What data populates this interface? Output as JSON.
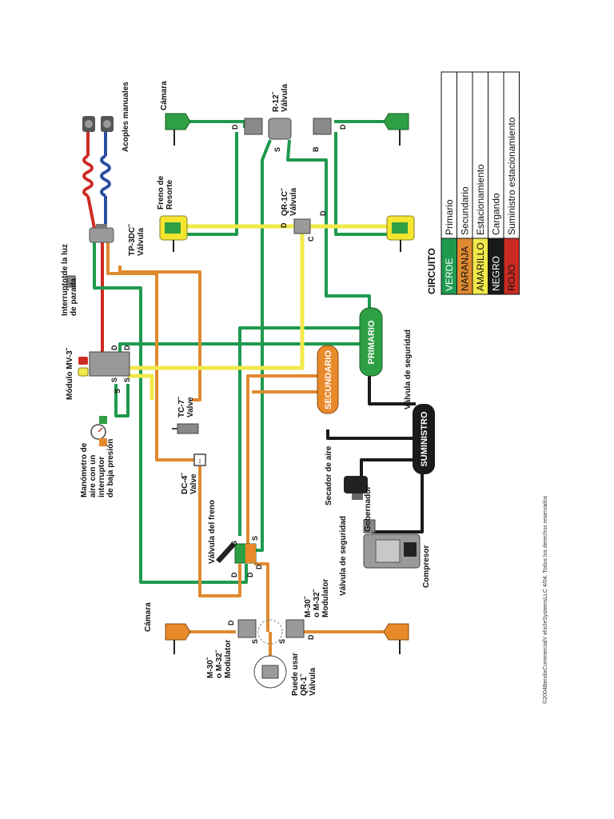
{
  "colors": {
    "primary": "#1e9a4e",
    "secondary": "#e08a30",
    "parking": "#f2e94a",
    "charging": "#1a1a1a",
    "supply": "#cc2b22",
    "chamber_green": "#2ea043",
    "chamber_orange": "#e8892a",
    "chamber_yellow": "#f4e531"
  },
  "labels": {
    "acoples": "Acoples manuales",
    "camara_top": "Cámara",
    "r12_name": "R-12˜",
    "r12_valvula": "Válvula",
    "freno_resorte_1": "Freno de",
    "freno_resorte_2": "Resorte",
    "qr1c_name": "QR-1C˜",
    "qr1c_valvula": "Válvula",
    "tp3dc_name": "TP-3DC˜",
    "tp3dc_valvula": "Válvula",
    "luz_1": "Interruptotde la luz",
    "luz_2": "de parada",
    "mv3": "Módulo MV-3˜",
    "tc7_name": "TC-7˜",
    "tc7_valve": "Valve",
    "dc4_name": "DC-4˜",
    "dc4_valve": "Valve",
    "manometro_1": "Manómetro de",
    "manometro_2": "aire con un",
    "manometro_3": "interruptor",
    "manometro_4": "de baja presión",
    "valvula_freno": "Válvula del freno",
    "secador": "Secador de aire",
    "gobernador": "Gobernador",
    "valvula_seguridad_1": "Válvula de seguridad",
    "valvula_seguridad_2": "Válvula de seguridad",
    "compresor": "Compresor",
    "camara_bottom": "Cámara",
    "m30_left_1": "M-30˜",
    "m30_left_2": "o M-32˜",
    "m30_left_3": "Modulator",
    "m30_right_1": "M-30˜",
    "m30_right_2": "o M-32˜",
    "m30_right_3": "Modulator",
    "qr1_1": "Puede usar",
    "qr1_2": "QR-1˜",
    "qr1_3": "Válvula",
    "copyright": "©2004BendixCommercialV  ehicleSystemsLLC 4/04.   Todos los derechos reservados"
  },
  "tanks": {
    "primario": "PRIMARIO",
    "secundario": "SECUNDARIO",
    "suministro": "SUMINISTRO"
  },
  "ports": {
    "d": "D",
    "s": "S",
    "b": "B",
    "c": "C"
  },
  "legend": {
    "title": "CIRCUITO",
    "rows": [
      {
        "color_name": "VERDE",
        "desc": "Primario",
        "color": "#1e9a4e",
        "text_color": "#ffffff"
      },
      {
        "color_name": "NARANJA",
        "desc": "Secundario",
        "color": "#e08a30",
        "text_color": "#111111"
      },
      {
        "color_name": "AMARILLO",
        "desc": "Estacionamiento",
        "color": "#f2e94a",
        "text_color": "#111111"
      },
      {
        "color_name": "NEGRO",
        "desc": "Cargando",
        "color": "#1a1a1a",
        "text_color": "#ffffff"
      },
      {
        "color_name": "ROJO",
        "desc": "Suministro estacionamiento",
        "color": "#cc2b22",
        "text_color": "#111111"
      }
    ]
  }
}
